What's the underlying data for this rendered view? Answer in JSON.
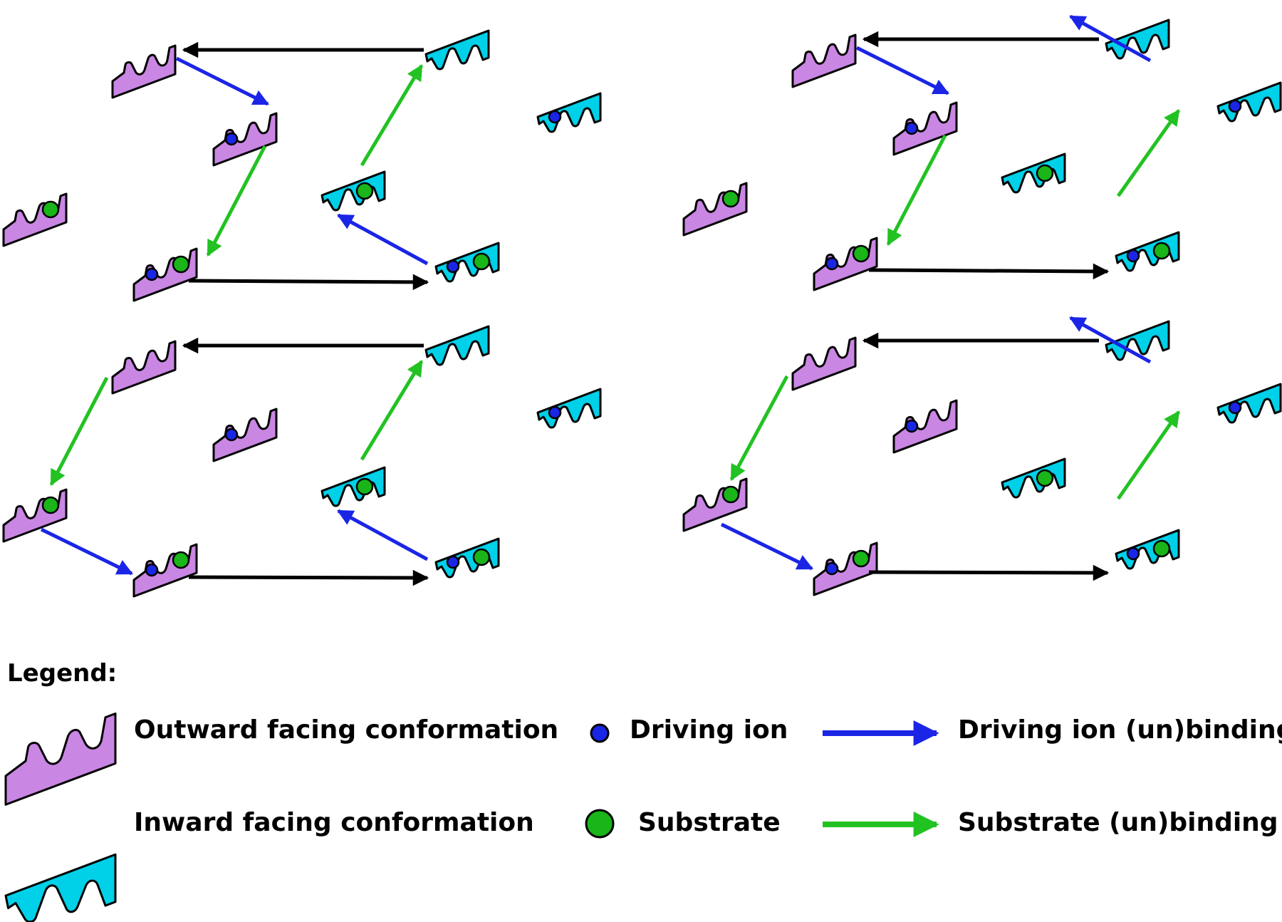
{
  "colors": {
    "outward": "#c986e3",
    "inward": "#00d0e8",
    "driving_ion": "#1a25e6",
    "substrate": "#19b519",
    "driving_arrow": "#1a25e6",
    "substrate_arrow": "#22c222",
    "transition_arrow": "#000000"
  },
  "legend": {
    "title": "Legend:",
    "items": [
      {
        "label": "Outward facing conformation",
        "icon": "outward-conformation-icon"
      },
      {
        "label": "Driving ion",
        "icon": "driving-ion-icon"
      },
      {
        "label": "Driving ion (un)binding",
        "icon": "driving-ion-arrow-icon"
      },
      {
        "label": "Inward facing conformation",
        "icon": "inward-conformation-icon"
      },
      {
        "label": "Substrate",
        "icon": "substrate-icon"
      },
      {
        "label": "Substrate (un)binding",
        "icon": "substrate-arrow-icon"
      }
    ]
  },
  "panels": [
    {
      "name": "top-left-cycle",
      "states": [
        "outward-empty",
        "outward-ion",
        "outward-ion-substrate",
        "inward-empty",
        "inward-substrate",
        "inward-ion-substrate",
        "outward-substrate",
        "inward-ion"
      ],
      "transitions": [
        {
          "from": "outward-empty",
          "to": "outward-ion",
          "kind": "driving"
        },
        {
          "from": "outward-ion",
          "to": "outward-ion-substrate",
          "kind": "substrate"
        },
        {
          "from": "outward-ion-substrate",
          "to": "inward-ion-substrate",
          "kind": "transition"
        },
        {
          "from": "inward-ion-substrate",
          "to": "inward-substrate",
          "kind": "driving"
        },
        {
          "from": "inward-substrate",
          "to": "inward-empty",
          "kind": "substrate"
        },
        {
          "from": "inward-empty",
          "to": "outward-empty",
          "kind": "transition"
        }
      ]
    },
    {
      "name": "top-right-cycle",
      "states": [
        "outward-empty",
        "outward-ion",
        "outward-ion-substrate",
        "inward-empty",
        "inward-ion",
        "inward-ion-substrate",
        "outward-substrate",
        "inward-substrate"
      ],
      "transitions": [
        {
          "from": "outward-empty",
          "to": "outward-ion",
          "kind": "driving"
        },
        {
          "from": "outward-ion",
          "to": "outward-ion-substrate",
          "kind": "substrate"
        },
        {
          "from": "outward-ion-substrate",
          "to": "inward-ion-substrate",
          "kind": "transition"
        },
        {
          "from": "inward-ion-substrate",
          "to": "inward-ion",
          "kind": "substrate"
        },
        {
          "from": "inward-ion",
          "to": "inward-empty",
          "kind": "driving"
        },
        {
          "from": "inward-empty",
          "to": "outward-empty",
          "kind": "transition"
        }
      ]
    },
    {
      "name": "bottom-left-cycle",
      "states": [
        "outward-empty",
        "outward-substrate",
        "outward-ion-substrate",
        "inward-empty",
        "inward-substrate",
        "inward-ion-substrate",
        "outward-ion",
        "inward-ion"
      ],
      "transitions": [
        {
          "from": "outward-empty",
          "to": "outward-substrate",
          "kind": "substrate"
        },
        {
          "from": "outward-substrate",
          "to": "outward-ion-substrate",
          "kind": "driving"
        },
        {
          "from": "outward-ion-substrate",
          "to": "inward-ion-substrate",
          "kind": "transition"
        },
        {
          "from": "inward-ion-substrate",
          "to": "inward-substrate",
          "kind": "driving"
        },
        {
          "from": "inward-substrate",
          "to": "inward-empty",
          "kind": "substrate"
        },
        {
          "from": "inward-empty",
          "to": "outward-empty",
          "kind": "transition"
        }
      ]
    },
    {
      "name": "bottom-right-cycle",
      "states": [
        "outward-empty",
        "outward-substrate",
        "outward-ion-substrate",
        "inward-empty",
        "inward-ion",
        "inward-ion-substrate",
        "outward-ion",
        "inward-substrate"
      ],
      "transitions": [
        {
          "from": "outward-empty",
          "to": "outward-substrate",
          "kind": "substrate"
        },
        {
          "from": "outward-substrate",
          "to": "outward-ion-substrate",
          "kind": "driving"
        },
        {
          "from": "outward-ion-substrate",
          "to": "inward-ion-substrate",
          "kind": "transition"
        },
        {
          "from": "inward-ion-substrate",
          "to": "inward-ion",
          "kind": "substrate"
        },
        {
          "from": "inward-ion",
          "to": "inward-empty",
          "kind": "driving"
        },
        {
          "from": "inward-empty",
          "to": "outward-empty",
          "kind": "transition"
        }
      ]
    }
  ]
}
